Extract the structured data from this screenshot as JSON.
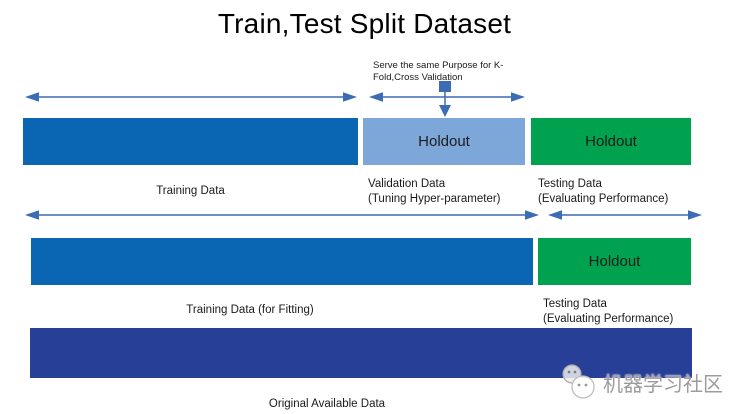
{
  "title": "Train,Test Split Dataset",
  "annotation": {
    "kfold_note": "Serve the same Purpose for K-Fold,Cross Validation"
  },
  "row1": {
    "holdout_validation_label": "Holdout",
    "holdout_testing_label": "Holdout",
    "training_caption": "Training Data",
    "validation_caption_line1": "Validation Data",
    "validation_caption_line2": "(Tuning Hyper-parameter)",
    "testing_caption_line1": "Testing Data",
    "testing_caption_line2": "(Evaluating Performance)"
  },
  "row2": {
    "holdout_label": "Holdout",
    "training_caption": "Training Data (for Fitting)",
    "testing_caption_line1": "Testing Data",
    "testing_caption_line2": "(Evaluating Performance)"
  },
  "row3": {
    "caption": "Original  Available Data"
  },
  "watermark": {
    "text": "机器学习社区"
  },
  "colors": {
    "bar_blue": "#0A66B2",
    "bar_light_blue": "#7DA7D9",
    "bar_green": "#00A24F",
    "bar_navy": "#283F97",
    "arrow_blue": "#3B6CB4"
  }
}
